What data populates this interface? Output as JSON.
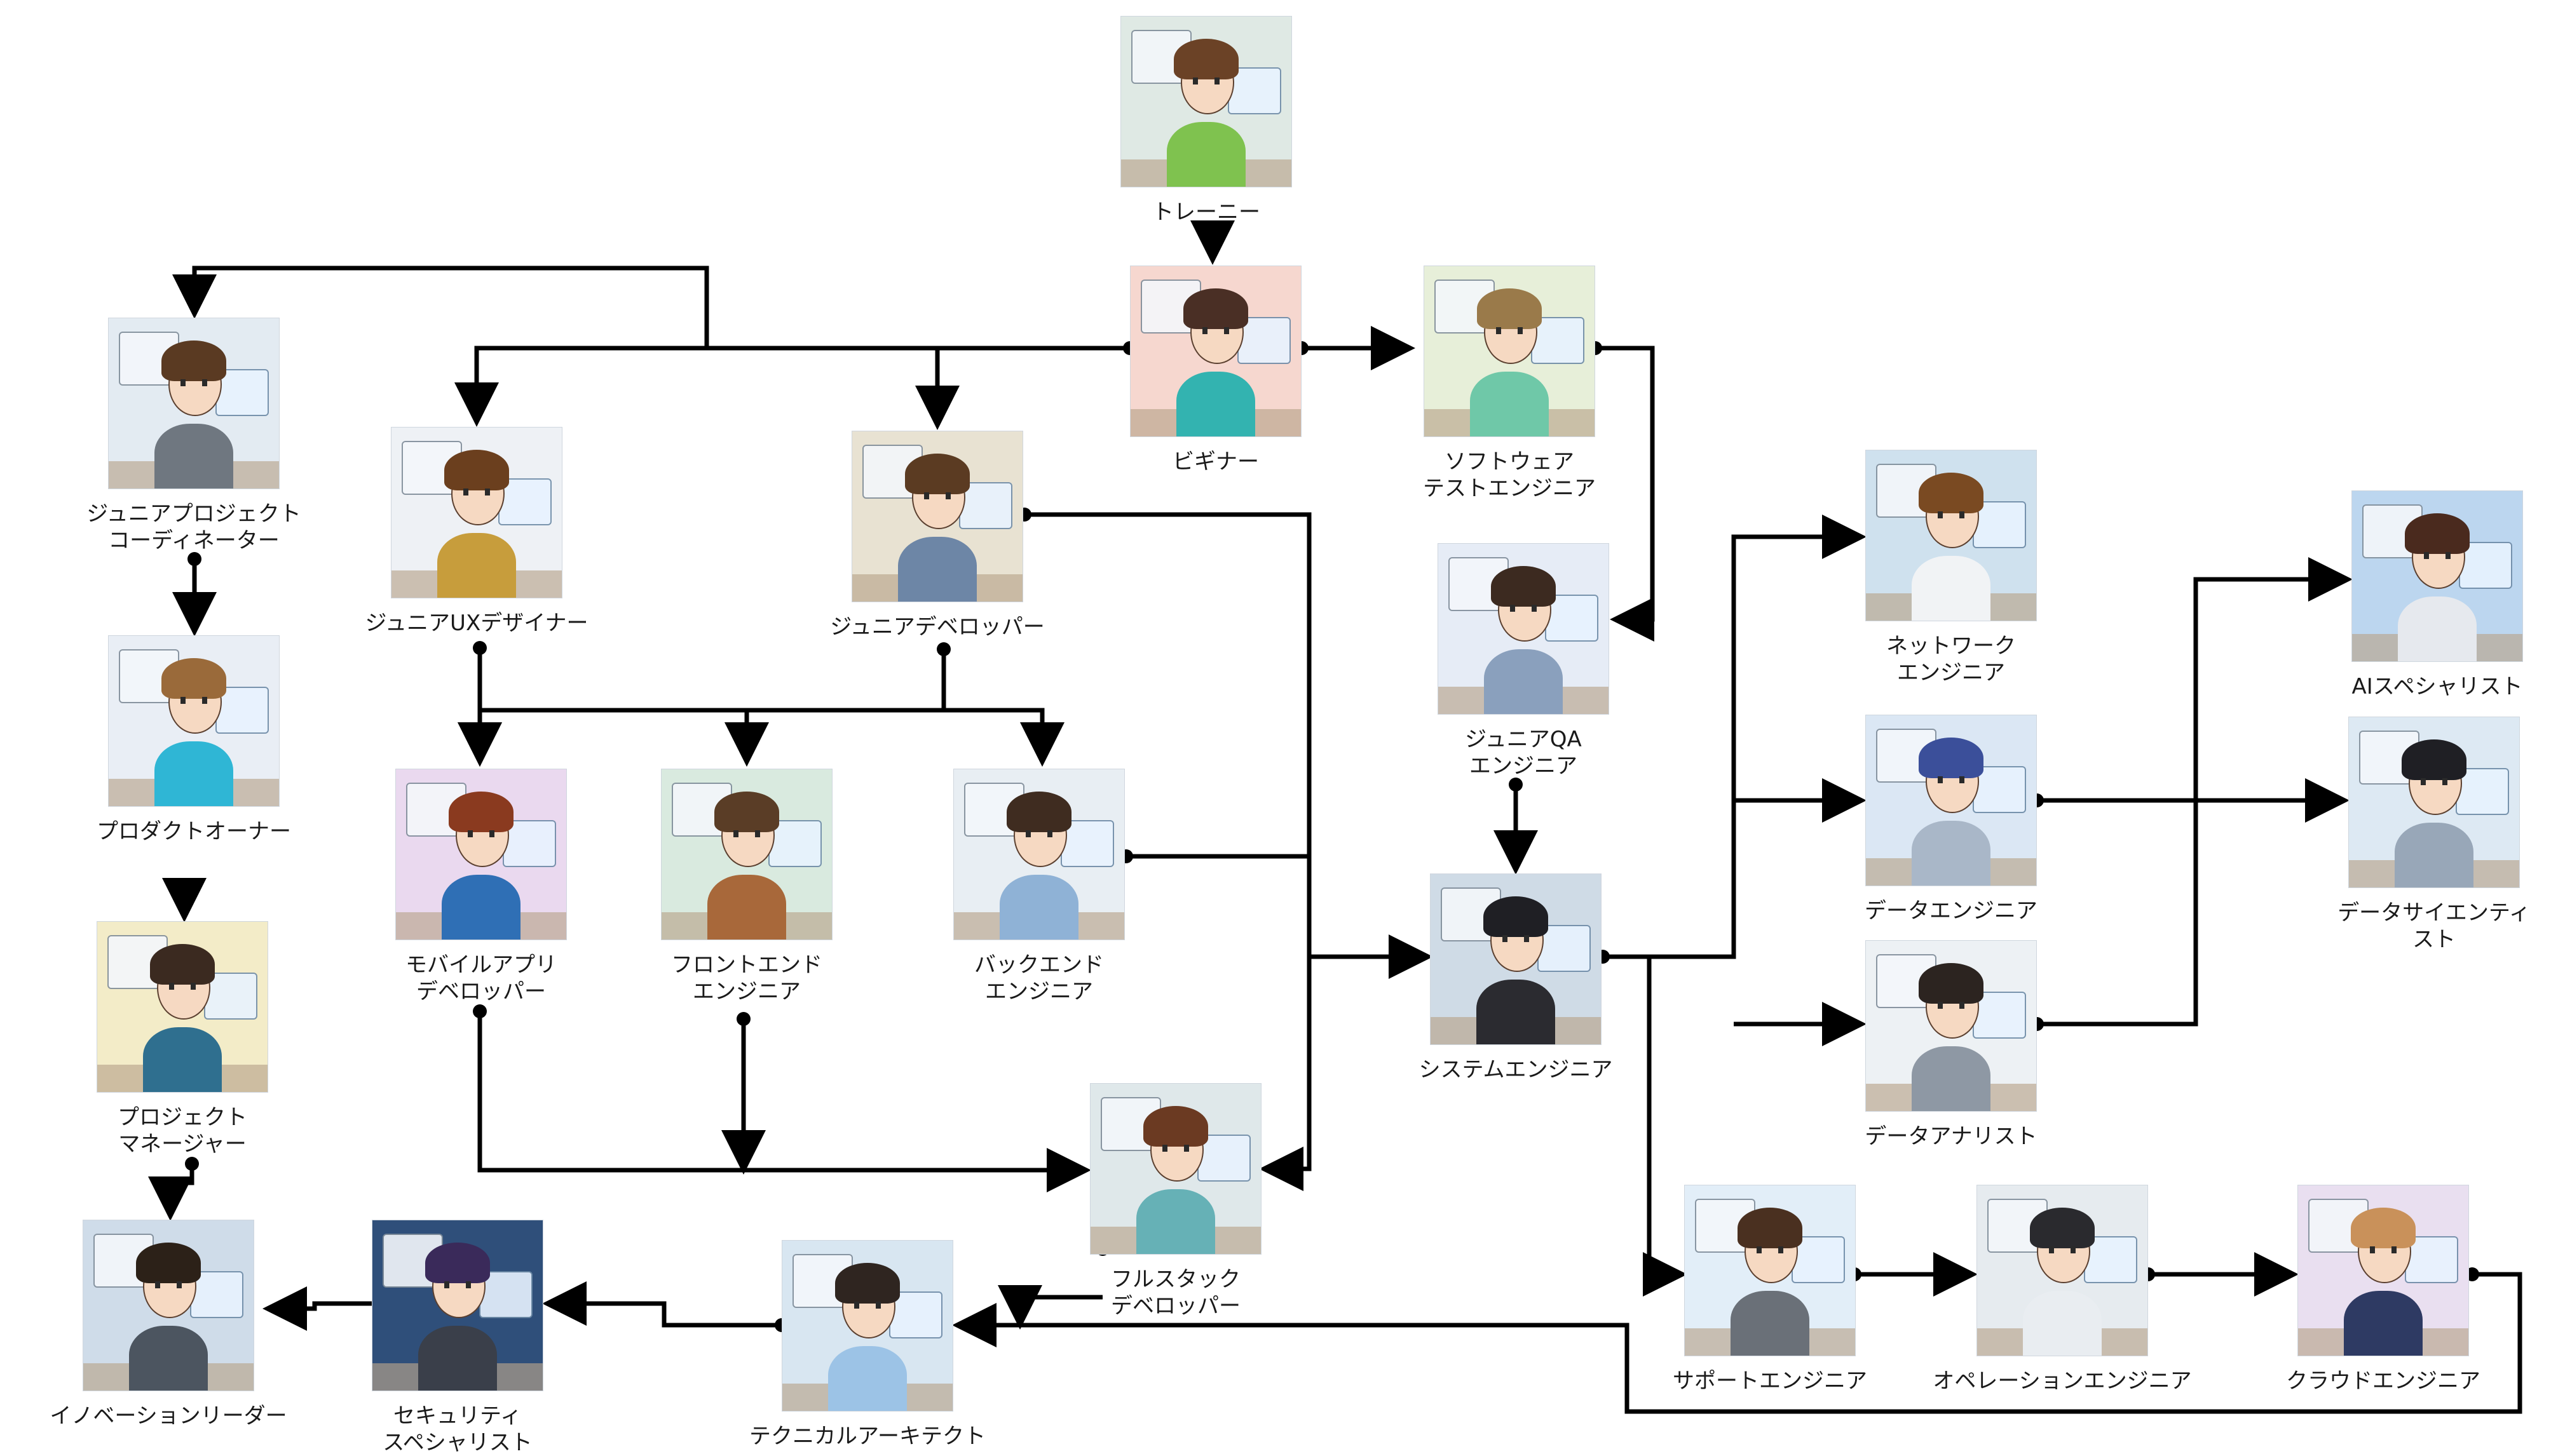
{
  "nodes": {
    "trainee": {
      "label": "トレーニー",
      "palette": {
        "bg": "#dfe9e4",
        "hair": "#6b4226",
        "clothes": "#7fc24f"
      }
    },
    "beginner": {
      "label": "ビギナー",
      "palette": {
        "bg": "#f6d7cf",
        "hair": "#4a2f25",
        "clothes": "#33b3b0"
      }
    },
    "software_test_engineer": {
      "label": "ソフトウェア\nテストエンジニア",
      "palette": {
        "bg": "#e7efd9",
        "hair": "#9a7a4a",
        "clothes": "#6fc8a8"
      }
    },
    "junior_project_coordinator": {
      "label": "ジュニアプロジェクト\nコーディネーター",
      "palette": {
        "bg": "#e3ebf2",
        "hair": "#5a3a22",
        "clothes": "#6f7780"
      }
    },
    "junior_ux_designer": {
      "label": "ジュニアUXデザイナー",
      "palette": {
        "bg": "#eef1f5",
        "hair": "#6b3f1e",
        "clothes": "#c79d3c"
      }
    },
    "junior_developer": {
      "label": "ジュニアデベロッパー",
      "palette": {
        "bg": "#e8e2d2",
        "hair": "#5b3b22",
        "clothes": "#6d86a6"
      }
    },
    "junior_qa_engineer": {
      "label": "ジュニアQA\nエンジニア",
      "palette": {
        "bg": "#e6ecf6",
        "hair": "#3c2a20",
        "clothes": "#8aa0bd"
      }
    },
    "product_owner": {
      "label": "プロダクトオーナー",
      "palette": {
        "bg": "#e9eef5",
        "hair": "#9a6a3a",
        "clothes": "#2fb6d5"
      }
    },
    "project_manager": {
      "label": "プロジェクト\nマネージャー",
      "palette": {
        "bg": "#f3ecc8",
        "hair": "#3b2a20",
        "clothes": "#2f6f8f"
      }
    },
    "innovation_leader": {
      "label": "イノベーションリーダー",
      "palette": {
        "bg": "#cfdce9",
        "hair": "#2c2118",
        "clothes": "#4c5560"
      }
    },
    "mobile_app_developer": {
      "label": "モバイルアプリ\nデベロッパー",
      "palette": {
        "bg": "#ead9ef",
        "hair": "#8a3a1f",
        "clothes": "#2f6fb5"
      }
    },
    "frontend_engineer": {
      "label": "フロントエンド\nエンジニア",
      "palette": {
        "bg": "#d9eadf",
        "hair": "#5a3d26",
        "clothes": "#a8683a"
      }
    },
    "backend_engineer": {
      "label": "バックエンド\nエンジニア",
      "palette": {
        "bg": "#e8eef3",
        "hair": "#3f2c20",
        "clothes": "#8fb2d6"
      }
    },
    "fullstack_developer": {
      "label": "フルスタック\nデベロッパー",
      "palette": {
        "bg": "#dfe8ea",
        "hair": "#6b3a22",
        "clothes": "#66b1b6"
      }
    },
    "technical_architect": {
      "label": "テクニカルアーキテクト",
      "palette": {
        "bg": "#d8e6f1",
        "hair": "#2f2520",
        "clothes": "#9cc3e6"
      }
    },
    "security_specialist": {
      "label": "セキュリティ\nスペシャリスト",
      "palette": {
        "bg": "#2f4f7a",
        "hair": "#3a2a5a",
        "clothes": "#3a3f4a"
      }
    },
    "system_engineer": {
      "label": "システムエンジニア",
      "palette": {
        "bg": "#cfdbe6",
        "hair": "#1f1f24",
        "clothes": "#2b2b30"
      }
    },
    "network_engineer": {
      "label": "ネットワーク\nエンジニア",
      "palette": {
        "bg": "#cfe1ee",
        "hair": "#7a4a22",
        "clothes": "#f1f3f5"
      }
    },
    "data_engineer": {
      "label": "データエンジニア",
      "palette": {
        "bg": "#dbe7f4",
        "hair": "#3b4f9a",
        "clothes": "#a9b7c8"
      }
    },
    "data_analyst": {
      "label": "データアナリスト",
      "palette": {
        "bg": "#edf1f4",
        "hair": "#2c2420",
        "clothes": "#8e98a4"
      }
    },
    "ai_specialist": {
      "label": "AIスペシャリスト",
      "palette": {
        "bg": "#bcd6ef",
        "hair": "#4a2a1e",
        "clothes": "#e6e9ee"
      }
    },
    "data_scientist": {
      "label": "データサイエンティ\nスト",
      "palette": {
        "bg": "#dde9f3",
        "hair": "#1f1f24",
        "clothes": "#98a7b8"
      }
    },
    "support_engineer": {
      "label": "サポートエンジニア",
      "palette": {
        "bg": "#e2eef8",
        "hair": "#4a3020",
        "clothes": "#6a7078"
      }
    },
    "operation_engineer": {
      "label": "オペレーションエンジニア",
      "palette": {
        "bg": "#e6ebef",
        "hair": "#2a2a2e",
        "clothes": "#e9edf1"
      }
    },
    "cloud_engineer": {
      "label": "クラウドエンジニア",
      "palette": {
        "bg": "#e9dff0",
        "hair": "#c9915a",
        "clothes": "#2e3a63"
      }
    }
  },
  "edges": [
    {
      "from": "trainee",
      "to": "beginner"
    },
    {
      "from": "beginner",
      "to": "junior_project_coordinator"
    },
    {
      "from": "beginner",
      "to": "junior_ux_designer"
    },
    {
      "from": "beginner",
      "to": "junior_developer"
    },
    {
      "from": "beginner",
      "to": "software_test_engineer"
    },
    {
      "from": "software_test_engineer",
      "to": "junior_qa_engineer"
    },
    {
      "from": "junior_project_coordinator",
      "to": "product_owner"
    },
    {
      "from": "product_owner",
      "to": "project_manager"
    },
    {
      "from": "project_manager",
      "to": "innovation_leader"
    },
    {
      "from": "junior_ux_designer",
      "to": "mobile_app_developer"
    },
    {
      "from": "junior_developer",
      "to": "mobile_app_developer"
    },
    {
      "from": "junior_developer",
      "to": "frontend_engineer"
    },
    {
      "from": "junior_developer",
      "to": "backend_engineer"
    },
    {
      "from": "junior_developer",
      "to": "fullstack_developer"
    },
    {
      "from": "mobile_app_developer",
      "to": "fullstack_developer"
    },
    {
      "from": "frontend_engineer",
      "to": "fullstack_developer"
    },
    {
      "from": "backend_engineer",
      "to": "system_engineer"
    },
    {
      "from": "junior_qa_engineer",
      "to": "system_engineer"
    },
    {
      "from": "system_engineer",
      "to": "network_engineer"
    },
    {
      "from": "system_engineer",
      "to": "data_engineer"
    },
    {
      "from": "system_engineer",
      "to": "data_analyst"
    },
    {
      "from": "system_engineer",
      "to": "support_engineer"
    },
    {
      "from": "data_engineer",
      "to": "data_scientist"
    },
    {
      "from": "data_analyst",
      "to": "ai_specialist"
    },
    {
      "from": "support_engineer",
      "to": "operation_engineer"
    },
    {
      "from": "operation_engineer",
      "to": "cloud_engineer"
    },
    {
      "from": "cloud_engineer",
      "to": "technical_architect"
    },
    {
      "from": "fullstack_developer",
      "to": "technical_architect"
    },
    {
      "from": "technical_architect",
      "to": "security_specialist"
    },
    {
      "from": "security_specialist",
      "to": "innovation_leader"
    }
  ]
}
